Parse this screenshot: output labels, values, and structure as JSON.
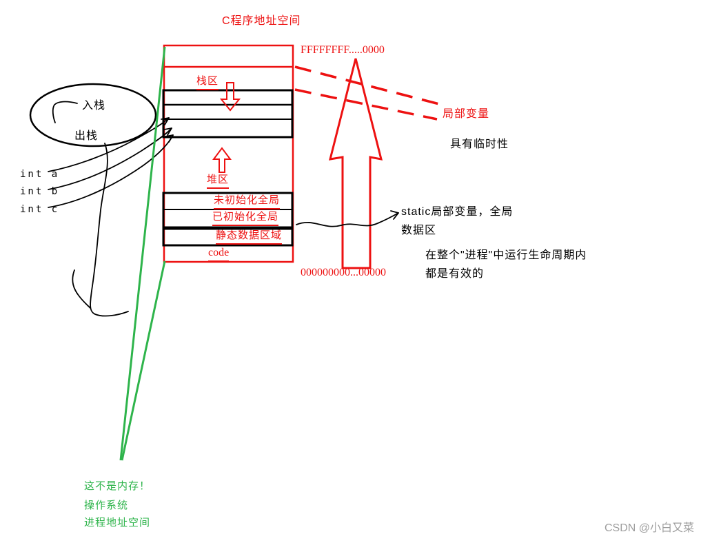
{
  "title": "C程序地址空间",
  "address_space": {
    "high_address": "FFFFFFFF.....0000",
    "low_address": "000000000...00000",
    "regions": {
      "stack": "栈区",
      "heap": "堆区",
      "uninitialized_global": "未初始化全局",
      "initialized_global": "已初始化全局",
      "static_data": "静态数据区域",
      "code": "code"
    }
  },
  "annotations": {
    "local_variable": "局部变量",
    "temporariness": "具有临时性",
    "static_note_line1": "static局部变量，全局",
    "static_note_line2": "数据区",
    "lifetime_line1": "在整个\"进程\"中运行生命周期内",
    "lifetime_line2": "都是有效的"
  },
  "stack_ops": {
    "push": "入栈",
    "pop": "出栈"
  },
  "variables": [
    "int a",
    "int b",
    "int c"
  ],
  "green_notes": [
    "这不是内存！",
    "操作系统",
    "进程地址空间"
  ],
  "watermark": "CSDN @小白又菜",
  "colors": {
    "red": "#ed1111",
    "green": "#2eb44b",
    "black": "#000000",
    "gray": "#9e9e9e"
  }
}
